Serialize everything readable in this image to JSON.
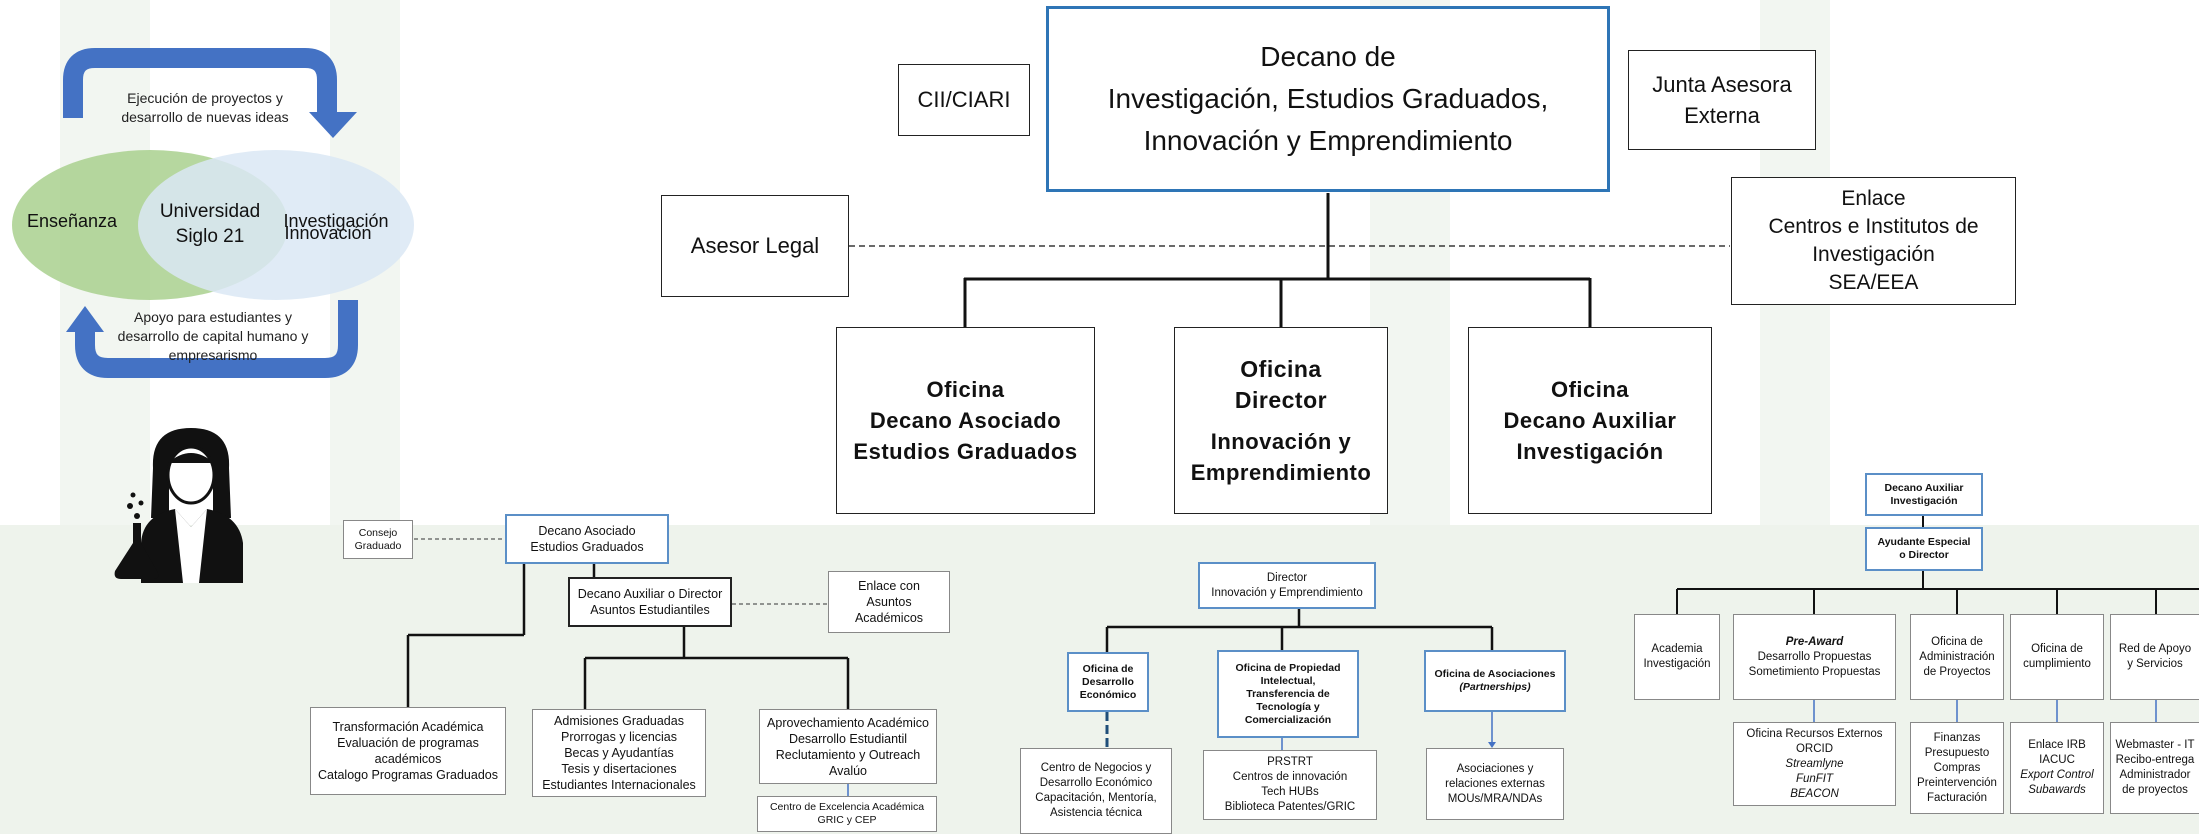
{
  "cycle": {
    "top_text": "Ejecución de proyectos y desarrollo de nuevas ideas",
    "left_circle": "Enseñanza",
    "center_lines": [
      "Universidad",
      "Siglo 21"
    ],
    "right_lines": [
      "Investigación",
      "Innovación"
    ],
    "bottom_text": "Apoyo para estudiantes y desarrollo de capital humano y empresarismo"
  },
  "main": {
    "dean": [
      "Decano de",
      "Investigación, Estudios Graduados,",
      "Innovación y Emprendimiento"
    ],
    "cii": "CII/CIARI",
    "junta": [
      "Junta Asesora",
      "Externa"
    ],
    "asesor": "Asesor Legal",
    "enlace": [
      "Enlace",
      "Centros e Institutos de",
      "Investigación",
      "SEA/EEA"
    ],
    "office_graduados": [
      "Oficina",
      "Decano Asociado",
      "Estudios Graduados"
    ],
    "office_director_top": [
      "Oficina",
      "Director"
    ],
    "office_director_bottom": [
      "Innovación y",
      "Emprendimiento"
    ],
    "office_investigacion": [
      "Oficina",
      "Decano Auxiliar",
      "Investigación"
    ]
  },
  "graduados": {
    "consejo": [
      "Consejo",
      "Graduado"
    ],
    "decano_asociado": [
      "Decano Asociado",
      "Estudios Graduados"
    ],
    "decano_auxiliar": [
      "Decano Auxiliar o Director",
      "Asuntos Estudiantiles"
    ],
    "enlace": [
      "Enlace con",
      "Asuntos",
      "Académicos"
    ],
    "transformacion": [
      "Transformación Académica",
      "Evaluación de programas",
      "académicos",
      "Catalogo Programas Graduados"
    ],
    "admisiones": [
      "Admisiones Graduadas",
      "Prorrogas y licencias",
      "Becas y Ayudantías",
      "Tesis y disertaciones",
      "Estudiantes Internacionales"
    ],
    "aprovechamiento": [
      "Aprovechamiento Académico",
      "Desarrollo Estudiantil",
      "Reclutamiento y Outreach",
      "Avalúo"
    ],
    "centro": [
      "Centro de Excelencia Académica",
      "GRIC y CEP"
    ]
  },
  "innovacion": {
    "director": [
      "Director",
      "Innovación y Emprendimiento"
    ],
    "desarrollo": [
      "Oficina de",
      "Desarrollo",
      "Económico"
    ],
    "propiedad": [
      "Oficina de Propiedad",
      "Intelectual,",
      "Transferencia de",
      "Tecnología y",
      "Comercialización"
    ],
    "asociaciones_title": "Oficina de  Asociaciones",
    "asociaciones_sub": "(Partnerships)",
    "centro_negocios": [
      "Centro de Negocios y",
      "Desarrollo Económico",
      "Capacitación, Mentoría,",
      "Asistencia técnica"
    ],
    "prstrt": [
      "PRSTRT",
      "Centros de innovación",
      "Tech HUBs",
      "Biblioteca Patentes/GRIC"
    ],
    "asoc_ext": [
      "Asociaciones y",
      "relaciones externas",
      "MOUs/MRA/NDAs"
    ]
  },
  "investigacion": {
    "decano": [
      "Decano Auxiliar",
      "Investigación"
    ],
    "ayudante": [
      "Ayudante Especial",
      "o Director"
    ],
    "academia": [
      "Academia",
      "Investigación"
    ],
    "preaward_title": "Pre-Award",
    "preaward": [
      "Desarrollo Propuestas",
      "Sometimiento Propuestas"
    ],
    "administracion": [
      "Oficina de",
      "Administración",
      "de Proyectos"
    ],
    "cumplimiento": [
      "Oficina de",
      "cumplimiento"
    ],
    "red": [
      "Red de Apoyo",
      "y Servicios"
    ],
    "recursos": [
      "Oficina Recursos Externos",
      "ORCID"
    ],
    "recursos_it": [
      "Streamlyne",
      "FunFIT",
      "BEACON"
    ],
    "finanzas": [
      "Finanzas",
      "Presupuesto",
      "Compras",
      "Preintervención",
      "Facturación"
    ],
    "irb": [
      "Enlace IRB",
      "IACUC"
    ],
    "irb_it": [
      "Export Control",
      "Subawards"
    ],
    "webmaster": [
      "Webmaster - IT",
      "Recibo-entrega",
      "Administrador",
      "de proyectos"
    ]
  },
  "colors": {
    "arrow_blue": "#4472c4",
    "circle_green": "#a9d08e",
    "circle_blue": "#dbe7f5",
    "box_blue_border": "#5b8fc7"
  },
  "icons": [
    "scientist-icon"
  ]
}
